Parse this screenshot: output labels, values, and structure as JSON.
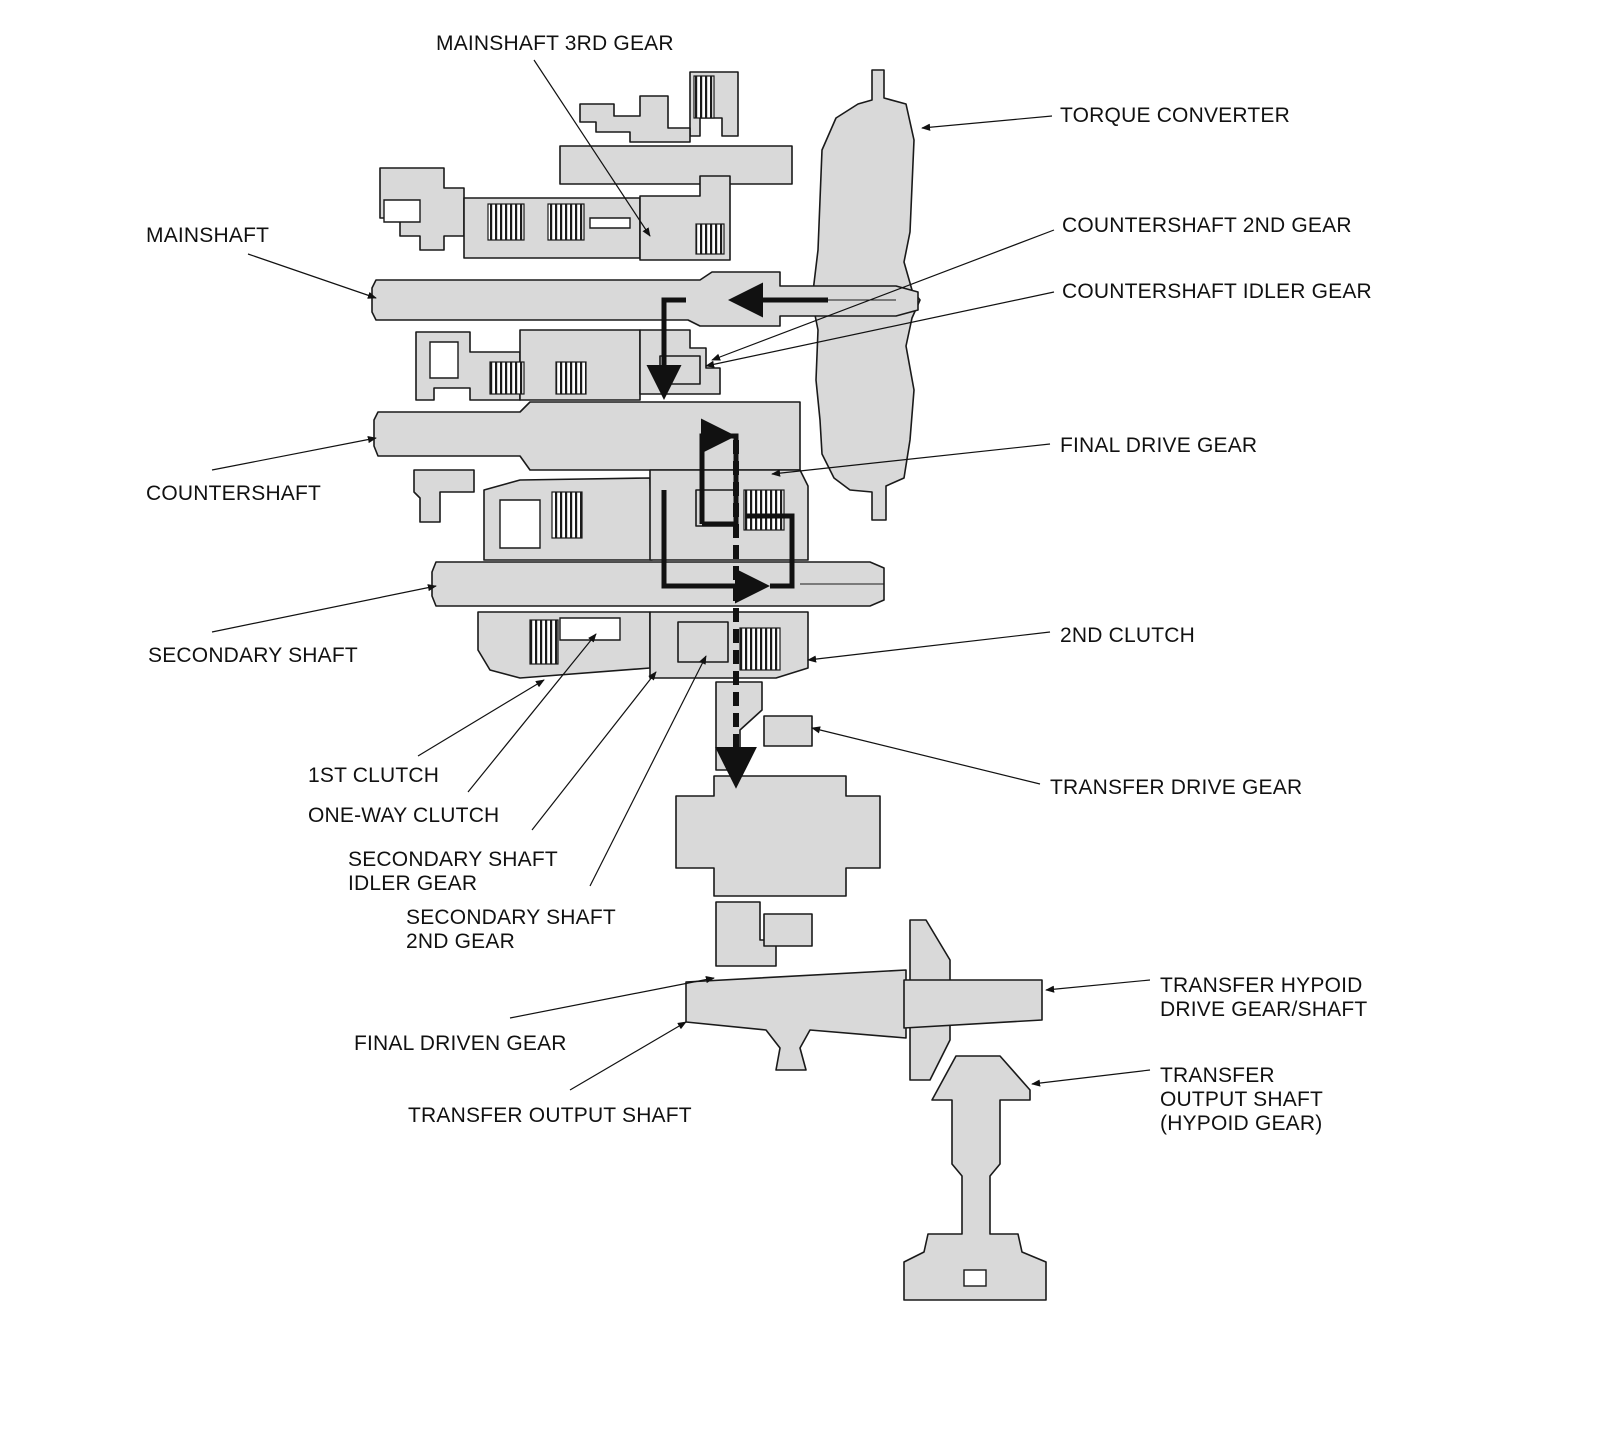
{
  "labels": {
    "mainshaft_3rd_gear": "MAINSHAFT 3RD GEAR",
    "torque_converter": "TORQUE CONVERTER",
    "mainshaft": "MAINSHAFT",
    "countershaft_2nd_gear": "COUNTERSHAFT 2ND GEAR",
    "countershaft_idler_gear": "COUNTERSHAFT IDLER GEAR",
    "countershaft": "COUNTERSHAFT",
    "final_drive_gear": "FINAL DRIVE GEAR",
    "secondary_shaft": "SECONDARY SHAFT",
    "second_clutch": "2ND CLUTCH",
    "first_clutch": "1ST CLUTCH",
    "one_way_clutch": "ONE-WAY CLUTCH",
    "secondary_shaft_idler_gear": "SECONDARY SHAFT\nIDLER GEAR",
    "secondary_shaft_2nd_gear": "SECONDARY SHAFT\n2ND GEAR",
    "transfer_drive_gear": "TRANSFER DRIVE GEAR",
    "final_driven_gear": "FINAL DRIVEN GEAR",
    "transfer_output_shaft": "TRANSFER OUTPUT SHAFT",
    "transfer_hypoid_drive_gear_shaft": "TRANSFER HYPOID\nDRIVE GEAR/SHAFT",
    "transfer_output_shaft_hypoid_gear": "TRANSFER\nOUTPUT SHAFT\n(HYPOID GEAR)"
  }
}
